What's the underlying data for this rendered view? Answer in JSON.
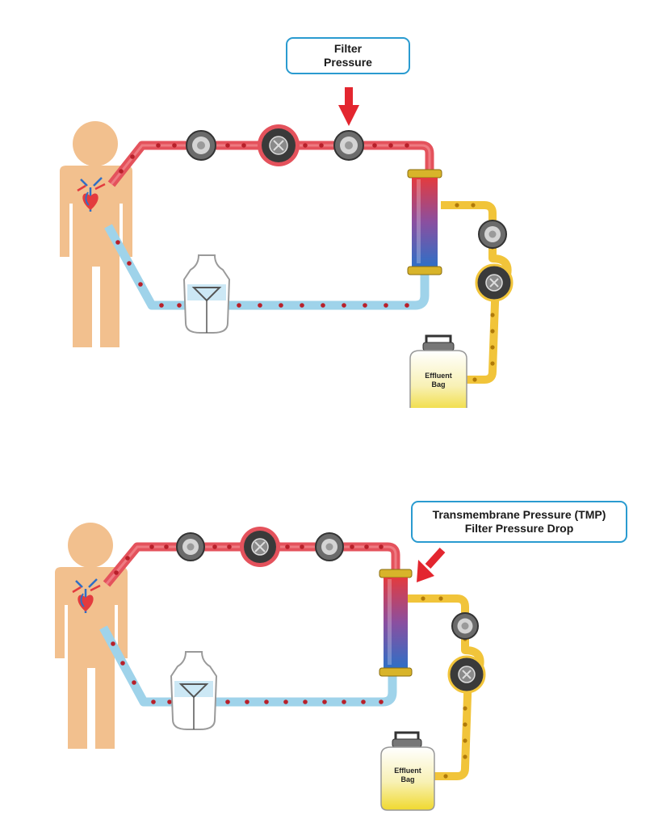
{
  "panels": [
    {
      "callout": {
        "lines": [
          "Filter",
          "Pressure"
        ]
      },
      "effluent_bag": {
        "lines": [
          "Effluent",
          "Bag"
        ]
      }
    },
    {
      "callout": {
        "lines": [
          "Transmembrane Pressure (TMP)",
          "Filter Pressure Drop"
        ]
      },
      "effluent_bag": {
        "lines": [
          "Effluent",
          "Bag"
        ]
      }
    }
  ],
  "colors": {
    "arterial_line": "#e4525c",
    "venous_line": "#9fd3ea",
    "effluent_line": "#f1c43a",
    "callout_border": "#2a9bd0",
    "arrow": "#e3262f",
    "body": "#f2c08e"
  },
  "icons": [
    "person-icon",
    "heart-icon",
    "pressure-sensor-icon",
    "blood-pump-icon",
    "hemofilter-icon",
    "drip-chamber-icon",
    "effluent-bag-icon",
    "arrow-icon"
  ]
}
